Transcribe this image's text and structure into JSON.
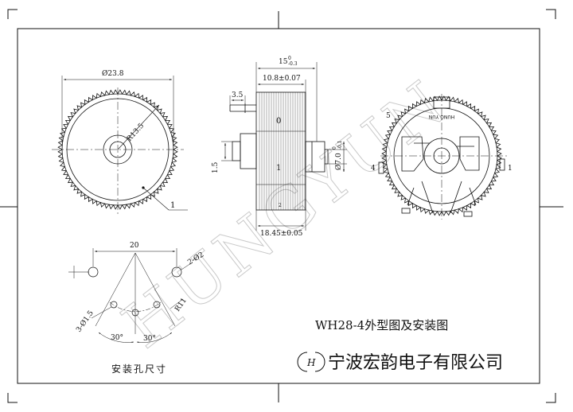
{
  "drawing": {
    "watermark": "HUNGYUN",
    "title": "WH28-4外型图及安装图",
    "company": "宁波宏韵电子有限公司",
    "logo_letter": "H",
    "front_view": {
      "diameter": "Ø23.8",
      "radius": "R13.5",
      "callout": "1"
    },
    "side_view": {
      "total_width_base": "15",
      "total_width_upper": "0",
      "total_width_lower": "-0.3",
      "inner_width": "10.8±0.07",
      "pin_length": "3.5",
      "shaft_offset": "1.5",
      "shaft_diameter": "Ø7.0",
      "shaft_dia_tol_upper": "0",
      "shaft_dia_tol_lower": "-0.1",
      "bottom_width": "18.45±0.05",
      "position_top": "0",
      "position_mid": "1",
      "position_bottom": "2"
    },
    "rear_view": {
      "brand_mark": "HUNG YUN",
      "position_left": "4",
      "position_right": "1",
      "position_top": "5"
    },
    "mounting": {
      "spacing": "20",
      "large_holes": "2-Ø2",
      "small_holes": "3-Ø1.5",
      "radius": "R11",
      "angle_left": "30°",
      "angle_right": "30°",
      "caption": "安装孔尺寸"
    }
  }
}
